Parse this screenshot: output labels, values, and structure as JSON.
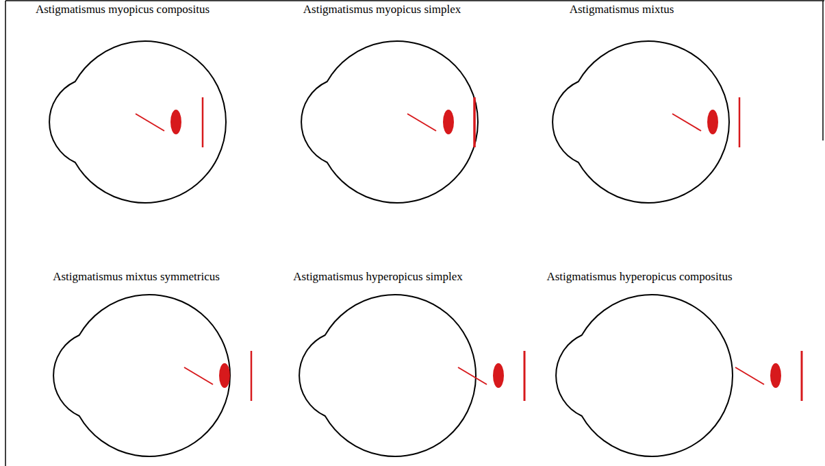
{
  "diagram": {
    "labels": [
      "Astigmatismus myopicus compositus",
      "Astigmatismus myopicus simplex",
      "Astigmatismus mixtus",
      "Astigmatismus mixtus symmetricus",
      "Astigmatismus hyperopicus simplex",
      "Astigmatismus hyperopicus compositus"
    ]
  }
}
